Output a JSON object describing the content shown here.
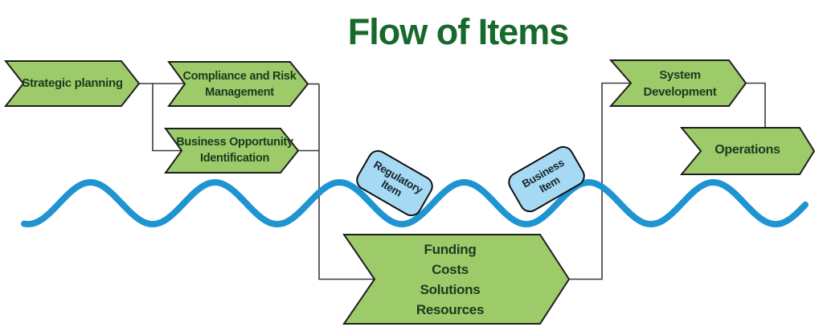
{
  "title": "Flow of Items",
  "colors": {
    "title_text": "#17692c",
    "shape_fill": "#9dcb69",
    "shape_border": "#1f1f1f",
    "shape_text": "#1b3a20",
    "wave": "#1f94d2",
    "item_fill": "#a6d9f4",
    "item_border": "#101010",
    "connector": "#3c3c3c"
  },
  "nodes": {
    "strategic": {
      "label": "Strategic planning"
    },
    "compliance": {
      "line1": "Compliance and Risk",
      "line2": "Management"
    },
    "business_opportunity": {
      "line1": "Business Opportunity",
      "line2": "Identification"
    },
    "system_development": {
      "line1": "System",
      "line2": "Development"
    },
    "operations": {
      "label": "Operations"
    },
    "funding": {
      "lines": [
        "Funding",
        "Costs",
        "Solutions",
        "Resources"
      ]
    }
  },
  "items": {
    "regulatory": {
      "line1": "Regulatory",
      "line2": "Item"
    },
    "business": {
      "line1": "Business",
      "line2": "Item"
    }
  }
}
